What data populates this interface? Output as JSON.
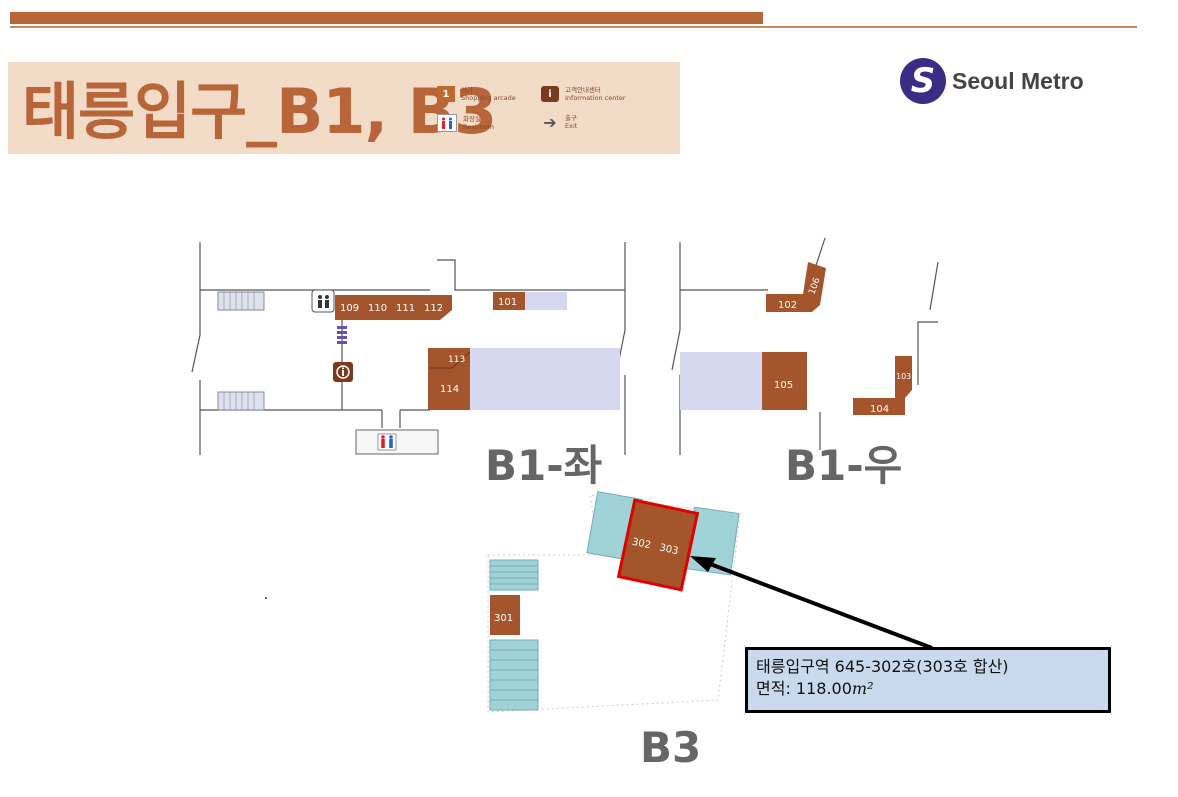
{
  "header": {
    "title": "태릉입구_B1, B3"
  },
  "legend": [
    {
      "symbol": "1",
      "label_ko": "상가",
      "label_en": "Shopping arcade",
      "icon": "shop-number-icon"
    },
    {
      "symbol": "i",
      "label_ko": "고객안내센터",
      "label_en": "Information center",
      "icon": "info-icon"
    },
    {
      "symbol": "",
      "label_ko": "화장실",
      "label_en": "Restroom",
      "icon": "restroom-icon"
    },
    {
      "symbol": "",
      "label_ko": "출구",
      "label_en": "Exit",
      "icon": "arrow-right-icon"
    }
  ],
  "logo": {
    "text": "Seoul Metro",
    "mark": "S"
  },
  "map": {
    "sections": {
      "b1_left": "B1-좌",
      "b1_right": "B1-우",
      "b3": "B3"
    },
    "shops_b1_left": [
      "109",
      "110",
      "111",
      "112",
      "101",
      "113",
      "114"
    ],
    "shops_b1_right": [
      "102",
      "106",
      "105",
      "103",
      "104"
    ],
    "shops_b3": [
      "301",
      "302",
      "303"
    ],
    "highlighted": "302-303"
  },
  "callout": {
    "line1": "태릉입구역 645-302호(303호 합산)",
    "line2": "면적: 118.00",
    "unit": "m²"
  },
  "colors": {
    "brand": "#b8653a",
    "shop": "#a4552c",
    "platform": "#d5d8ef",
    "stairs": "#9fd3d8",
    "highlight": "#e00000",
    "callout_bg": "#c9d9ee"
  }
}
